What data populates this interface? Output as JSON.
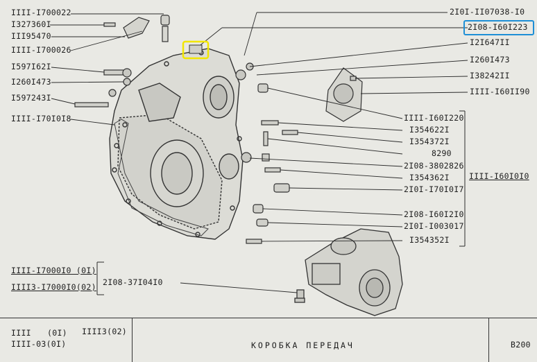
{
  "left_labels": [
    {
      "id": "l1",
      "text": "IIII-I700022"
    },
    {
      "id": "l2",
      "text": "I327360I"
    },
    {
      "id": "l3",
      "text": "III95470"
    },
    {
      "id": "l4",
      "text": "IIII-I700026"
    },
    {
      "id": "l5",
      "text": "I597I62I"
    },
    {
      "id": "l6",
      "text": "I260I473"
    },
    {
      "id": "l7",
      "text": "I597243I"
    },
    {
      "id": "l8",
      "text": "IIII-I70I0I8"
    }
  ],
  "right_labels": [
    {
      "id": "r1",
      "text": "2I0I-II07038-I0"
    },
    {
      "id": "r2",
      "text": "2I08-I60I223"
    },
    {
      "id": "r3",
      "text": "I2I647II"
    },
    {
      "id": "r4",
      "text": "I260I473"
    },
    {
      "id": "r5",
      "text": "I38242II"
    },
    {
      "id": "r6",
      "text": "IIII-I60II90"
    }
  ],
  "bracket_labels": [
    {
      "id": "b1",
      "text": "IIII-I60I220"
    },
    {
      "id": "b2",
      "text": "I354622I"
    },
    {
      "id": "b3",
      "text": "I354372I"
    },
    {
      "id": "b4",
      "text": "8290"
    },
    {
      "id": "b5",
      "text": "2I08-3802826"
    },
    {
      "id": "b6",
      "text": "I354362I"
    },
    {
      "id": "b7",
      "text": "2I0I-I70I0I7"
    },
    {
      "id": "b8",
      "text": "2I08-I60I2I0"
    },
    {
      "id": "b9",
      "text": "2I0I-I003017"
    },
    {
      "id": "b10",
      "text": "I354352I"
    }
  ],
  "assembly_label": "IIII-I60I0I0",
  "group_left": [
    {
      "id": "g1",
      "text": "IIII-I7000I0 (0I)"
    },
    {
      "id": "g2",
      "text": "IIII3-I7000I0(02)"
    }
  ],
  "sensor_label": "2I08-37I04I0",
  "title_block": {
    "models_line1_a": "IIII",
    "models_line1_b": "(0I)",
    "models_line1_c": "IIII3(02)",
    "models_line2": "IIII-03(0I)",
    "title": "КОРОБКА ПЕРЕДАЧ",
    "code": "B200"
  },
  "colors": {
    "highlight_blue": "#1e8fd6",
    "highlight_yellow": "#f2e600",
    "ink": "#202020",
    "paper": "#e9e9e4"
  }
}
